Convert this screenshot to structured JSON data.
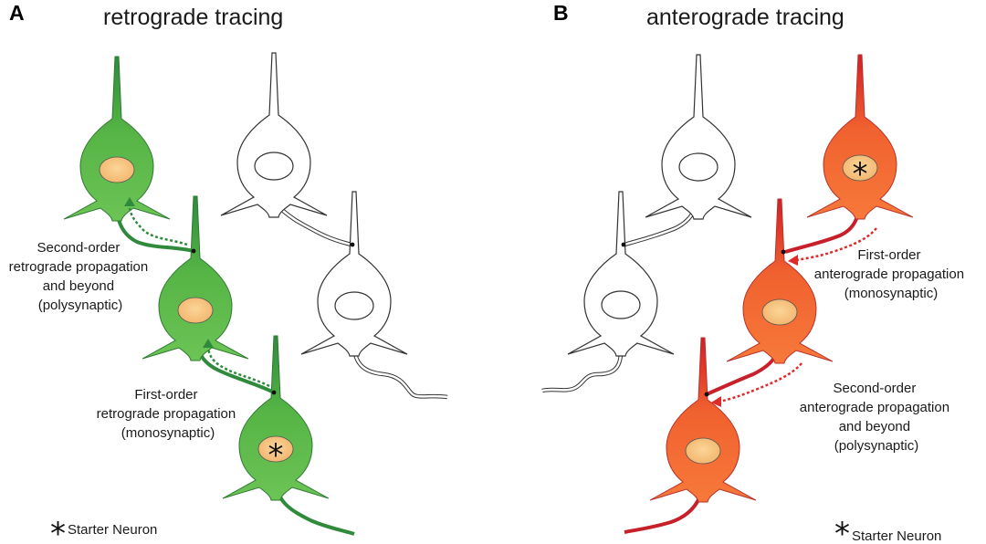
{
  "panel_a": {
    "letter": "A",
    "title": "retrograde tracing",
    "labels": {
      "second_order": [
        "Second-order",
        "retrograde propagation",
        "and beyond",
        "(polysynaptic)"
      ],
      "first_order": [
        "First-order",
        "retrograde propagation",
        "(monosynaptic)"
      ]
    },
    "legend": {
      "symbol": "*",
      "text": "Starter Neuron"
    },
    "color": "#5cb948"
  },
  "panel_b": {
    "letter": "B",
    "title": "anterograde tracing",
    "labels": {
      "first_order": [
        "First-order",
        "anterograde propagation",
        "(monosynaptic)"
      ],
      "second_order": [
        "Second-order",
        "anterograde propagation",
        "and beyond",
        "(polysynaptic)"
      ]
    },
    "legend": {
      "symbol": "*",
      "text": "Starter Neuron"
    },
    "color": "#f26a3a"
  },
  "colors": {
    "green_fill": "#5cb948",
    "green_dark": "#2f8a3c",
    "orange_fill": "#f26a3a",
    "red_dark": "#c8202a",
    "nucleus": "#f7c47f",
    "outline": "#333333"
  },
  "starter_marker": "*"
}
